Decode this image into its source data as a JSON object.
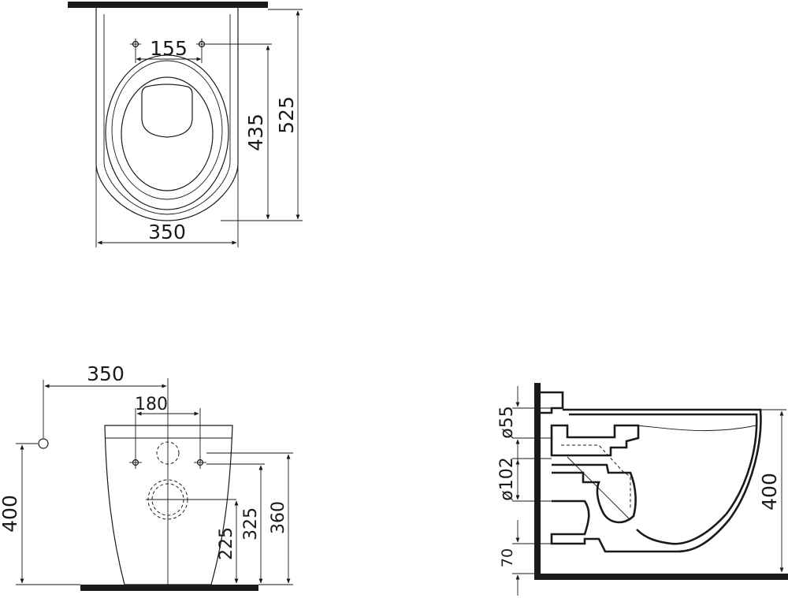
{
  "top_view": {
    "dim_fixing_spacing": "155",
    "dim_depth_inner": "435",
    "dim_depth_total": "525",
    "dim_width": "350"
  },
  "front_view": {
    "dim_width": "350",
    "dim_fixing_spacing": "180",
    "dim_height": "400",
    "dim_outlet_center": "225",
    "dim_fixing_height_low": "325",
    "dim_fixing_height_high": "360"
  },
  "side_view": {
    "dim_inlet_diameter": "ø55",
    "dim_outlet_diameter": "ø102",
    "dim_bottom_clearance": "70",
    "dim_height": "400"
  }
}
